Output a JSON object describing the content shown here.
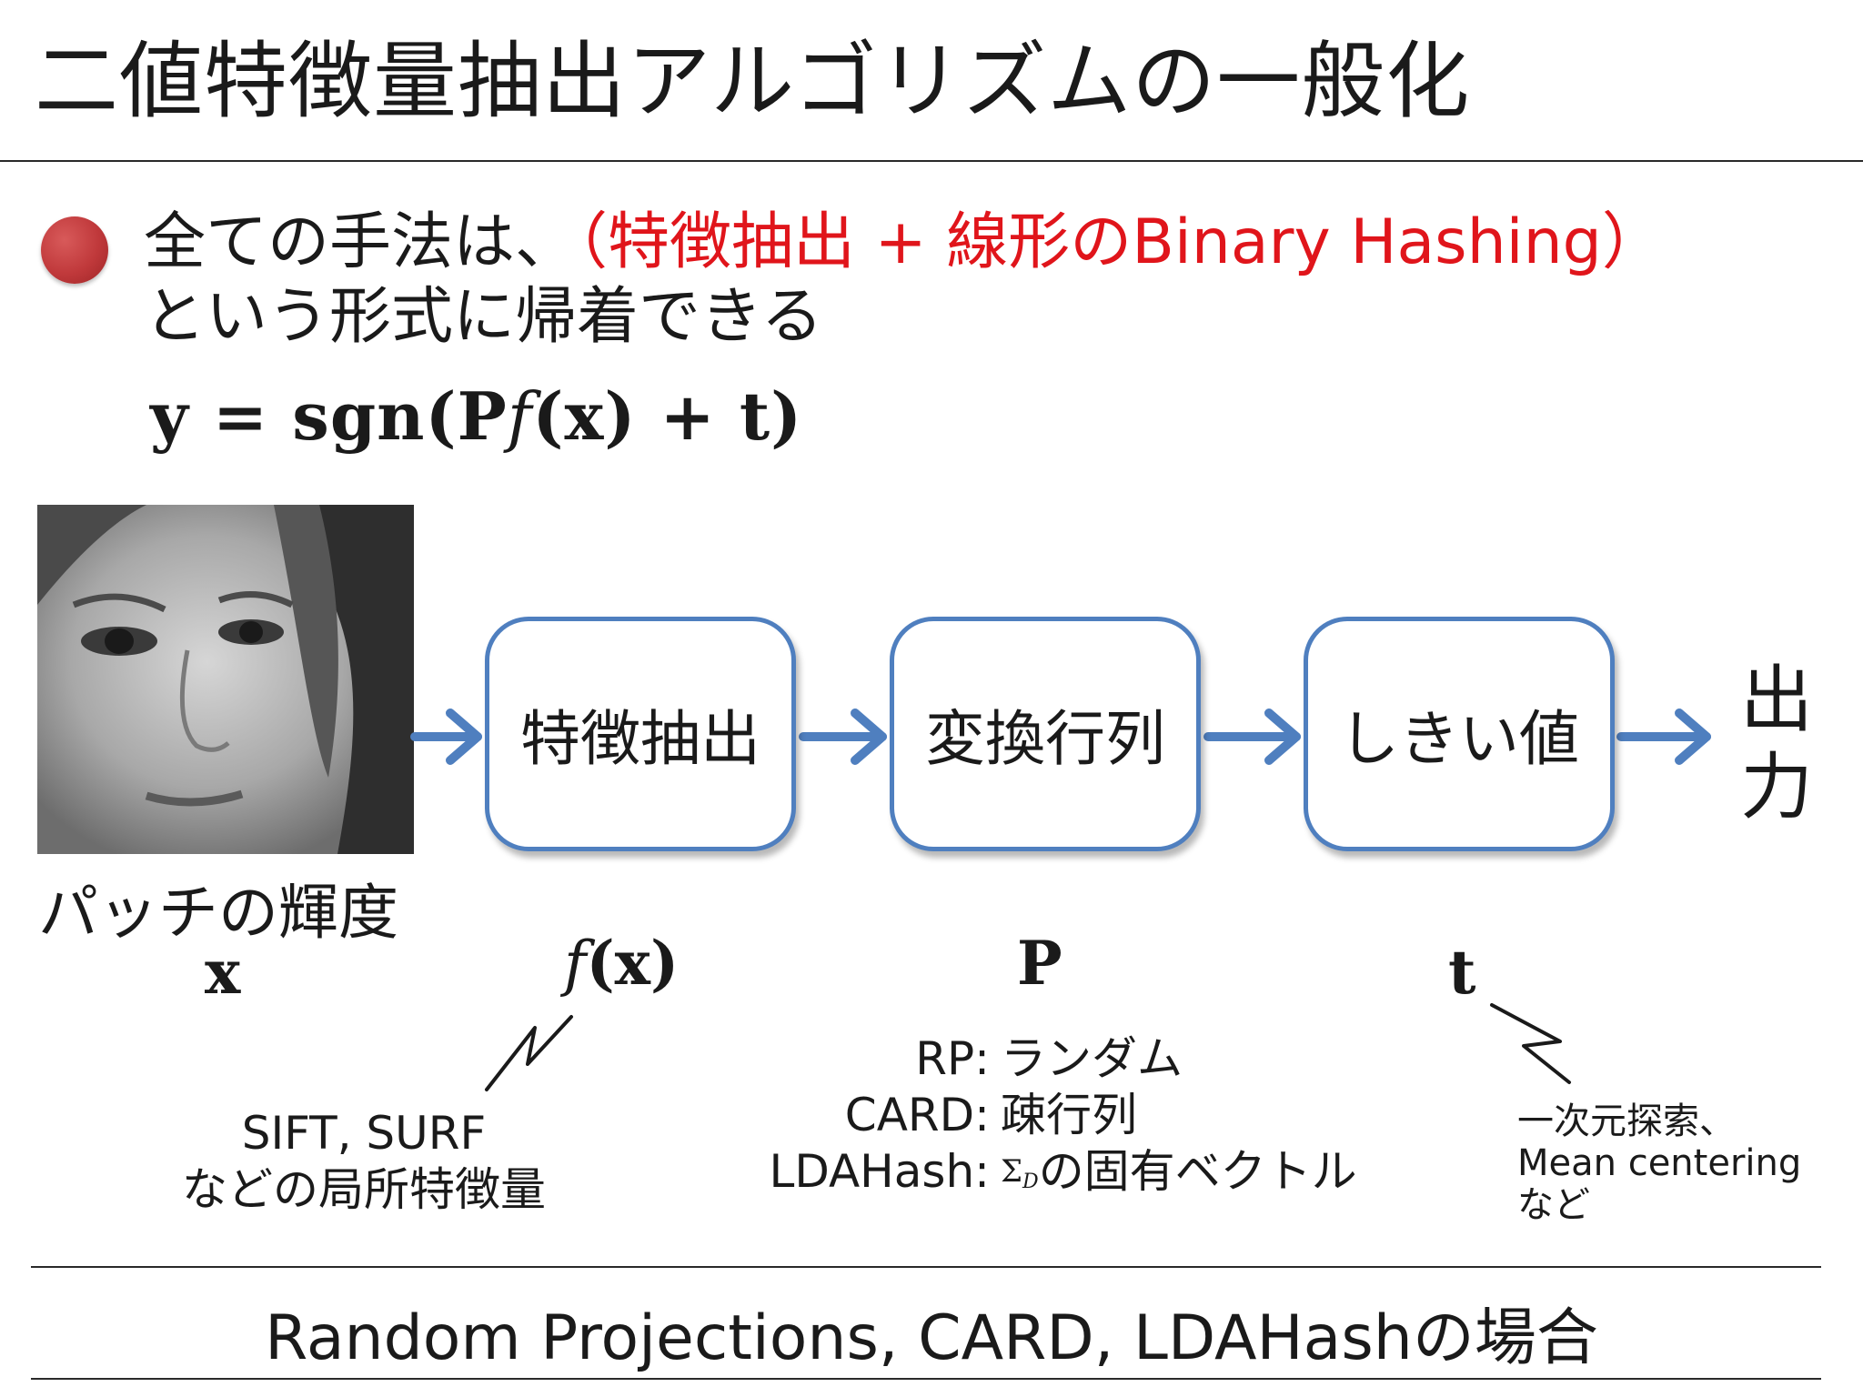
{
  "slide": {
    "title": "二値特徴量抽出アルゴリズムの一般化",
    "bullet": {
      "text_prefix": "全ての手法は、",
      "text_highlight": "（特徴抽出 + 線形のBinary Hashing）",
      "text_line2": "という形式に帰着できる"
    },
    "formula": {
      "lhs": "y = sgn(P",
      "f": "f",
      "rhs": "(x) + t)"
    },
    "pipeline": {
      "input_caption": "パッチの輝度",
      "input_symbol": "x",
      "boxes": [
        "特徴抽出",
        "変換行列",
        "しきい値"
      ],
      "output_label": "出力",
      "symbols": {
        "f_x_italic": "f",
        "f_x_rest": "(x)",
        "p": "P",
        "t": "t"
      }
    },
    "notes": {
      "feature": [
        "SIFT, SURF",
        "などの局所特徴量"
      ],
      "matrix": [
        {
          "key": "RP:",
          "value": "ランダム"
        },
        {
          "key": "CARD:",
          "value": "疎行列"
        },
        {
          "key": "LDAHash:",
          "value": "Σ",
          "subscript": "D",
          "suffix": "の固有ベクトル"
        }
      ],
      "threshold": [
        "一次元探索、",
        "Mean centering",
        "など"
      ]
    },
    "footer": "Random Projections, CARD, LDAHashの場合",
    "colors": {
      "accent_red": "#e0151b",
      "box_blue": "#4f7fbf",
      "bullet": "#c0393b"
    }
  }
}
